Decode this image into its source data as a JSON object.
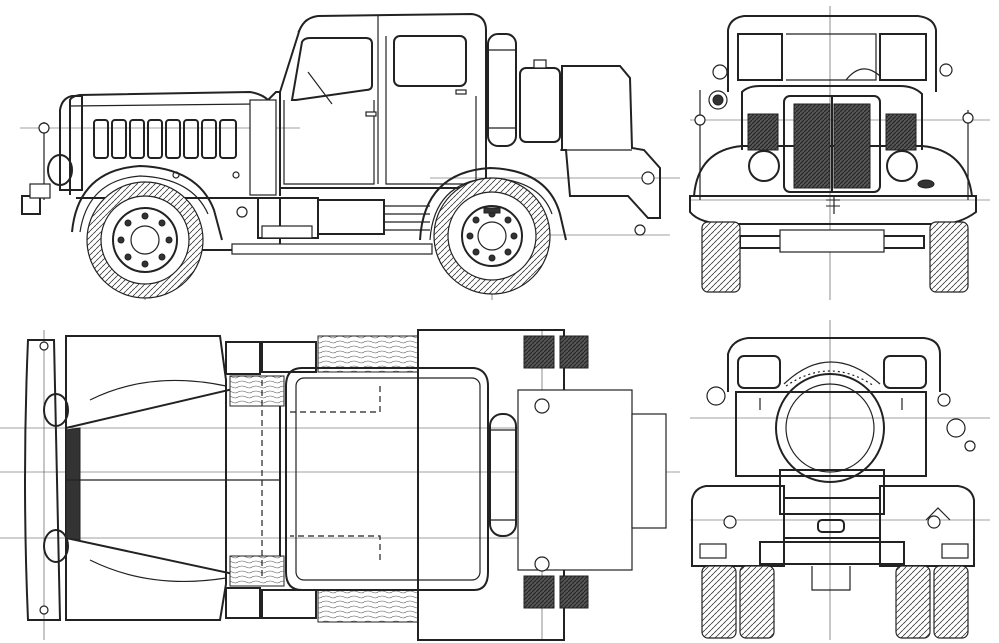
{
  "drawing": {
    "subject": "tractor-truck",
    "views": [
      "side",
      "front",
      "top",
      "rear"
    ],
    "line_color": "#222222",
    "paper_color": "#ffffff"
  }
}
